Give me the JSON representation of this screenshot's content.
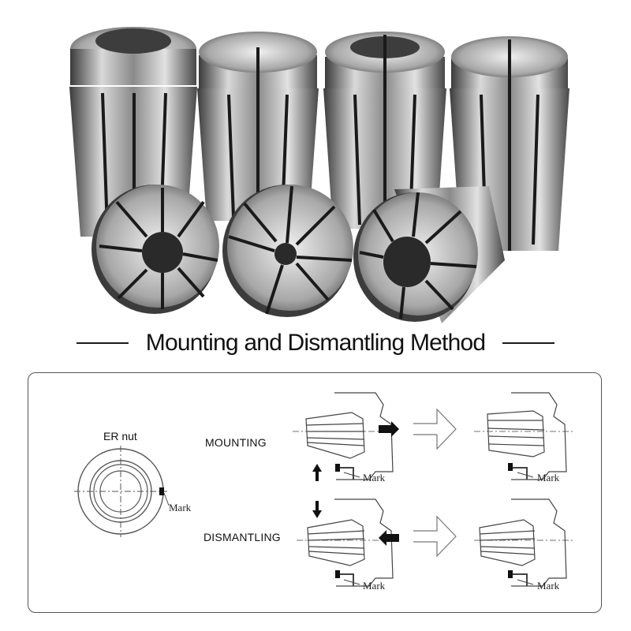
{
  "heading": "Mounting and Dismantling Method",
  "er_nut_label": "ER nut",
  "mark_label": "Mark",
  "mounting_label": "MOUNTING",
  "dismantling_label": "DISMANTLING",
  "marks": [
    "Mark",
    "Mark",
    "Mark",
    "Mark",
    "Mark"
  ]
}
